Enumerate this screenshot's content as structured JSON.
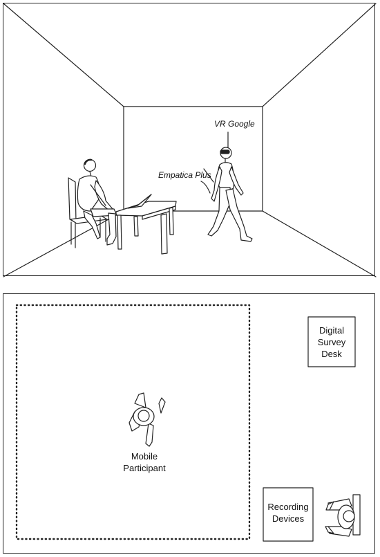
{
  "labels": {
    "vr_device": "VR Google",
    "wearable": "Empatica Plus",
    "mobile_participant_line1": "Mobile",
    "mobile_participant_line2": "Participant",
    "survey_desk_line1": "Digital",
    "survey_desk_line2": "Survey",
    "survey_desk_line3": "Desk",
    "recording_line1": "Recording",
    "recording_line2": "Devices"
  },
  "colors": {
    "line": "#222222",
    "background": "#ffffff"
  }
}
